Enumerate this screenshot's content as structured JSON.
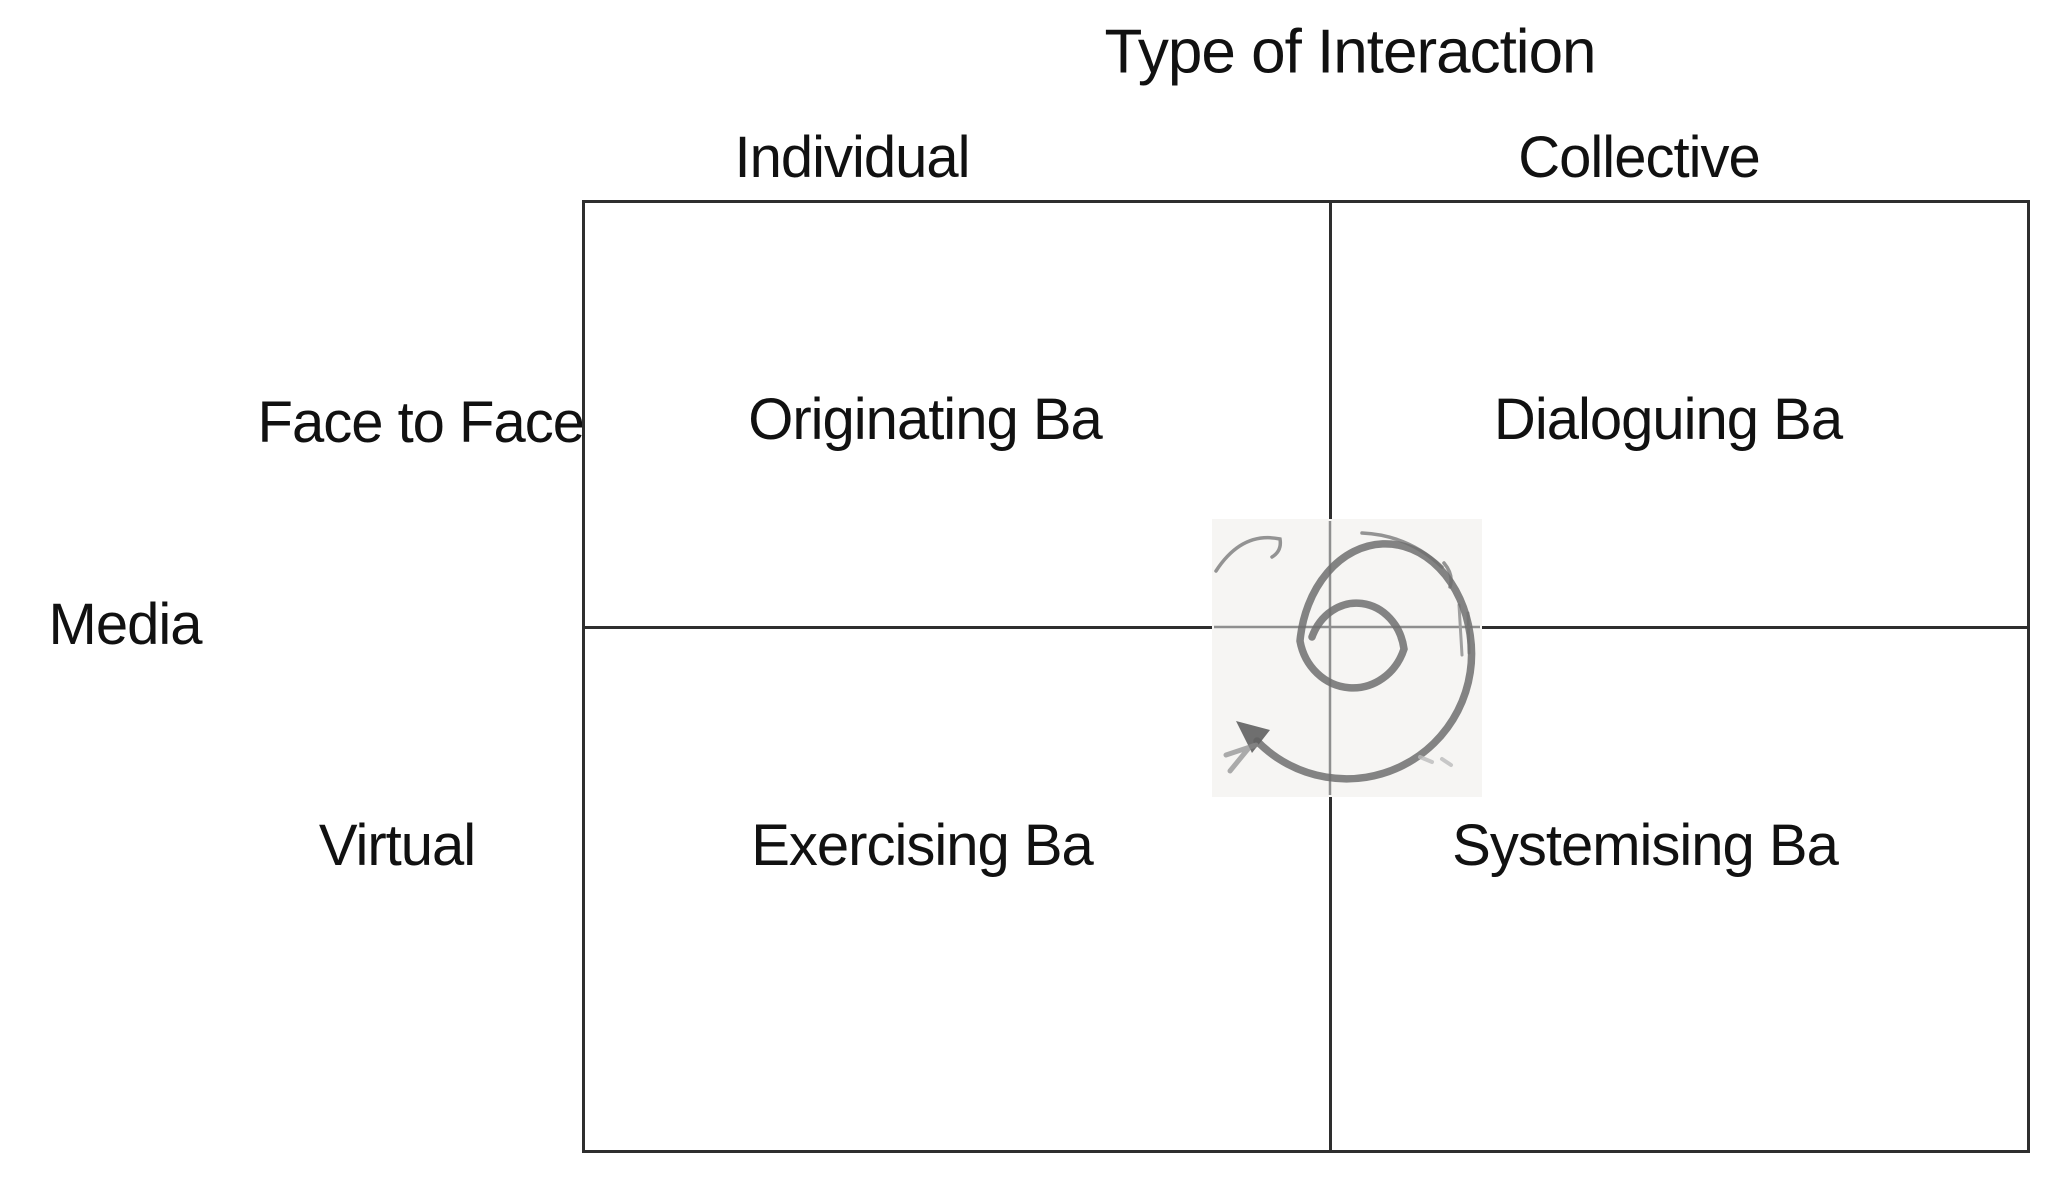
{
  "diagram": {
    "title": "Type of Interaction",
    "column_headers": {
      "individual": "Individual",
      "collective": "Collective"
    },
    "row_axis_label": "Media",
    "row_headers": {
      "top": "Face to Face",
      "bottom": "Virtual"
    },
    "quadrants": {
      "top_left": "Originating Ba",
      "top_right": "Dialoguing Ba",
      "bottom_left": "Exercising Ba",
      "bottom_right": "Systemising Ba"
    },
    "center_icon": "knowledge-spiral-icon",
    "colors": {
      "grid_line": "#2e2e2e",
      "text": "#111111",
      "spiral_stroke": "#6f6f6f",
      "spiral_paper": "#f6f5f3"
    }
  }
}
